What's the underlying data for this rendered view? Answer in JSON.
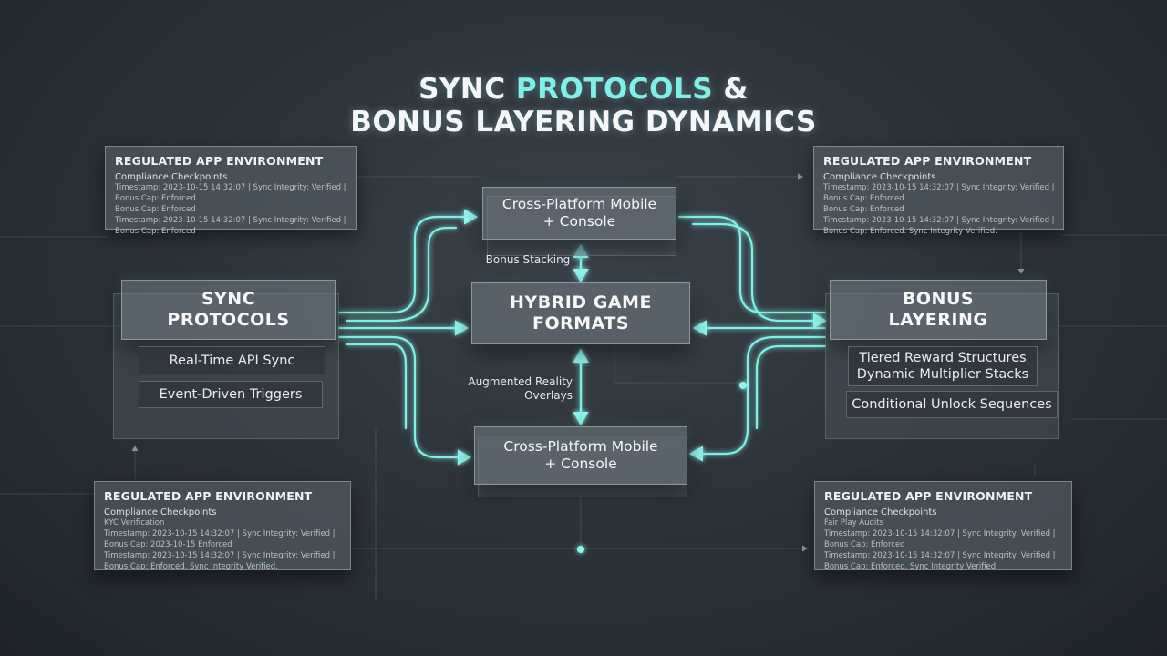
{
  "title": {
    "line1_a": "SYNC ",
    "line1_b": "PROTOCOLS",
    "line1_c": " &",
    "line2": "BONUS LAYERING DYNAMICS"
  },
  "colors": {
    "accent": "#7ff0e6",
    "panel": "#5f6870",
    "background": "#2a3036"
  },
  "panels": [
    {
      "heading": "REGULATED APP ENVIRONMENT",
      "sub": "Compliance Checkpoints",
      "lines": [
        "Timestamp: 2023-10-15 14:32:07 | Sync Integrity: Verified |",
        "Bonus Cap: Enforced",
        "Bonus Cap: Enforced",
        "Timestamp: 2023-10-15 14:32:07 | Sync Integrity: Verified |",
        "Bonus Cap: Enforced"
      ]
    },
    {
      "heading": "REGULATED APP ENVIRONMENT",
      "sub": "Compliance Checkpoints",
      "lines": [
        "Timestamp: 2023-10-15 14:32:07 | Sync Integrity: Verified |",
        "Bonus Cap: Enforced",
        "Bonus Cap: Enforced",
        "Timestamp: 2023-10-15 14:32:07 | Sync Integrity: Verified |",
        "Bonus Cap: Enforced. Sync Integrity Verified."
      ]
    },
    {
      "heading": "REGULATED APP ENVIRONMENT",
      "sub": "Compliance Checkpoints",
      "lines": [
        "KYC Verification",
        "Timestamp: 2023-10-15 14:32:07 | Sync Integrity: Verified |",
        "Bonus Cap: 2023-10-15 Enforced",
        "Timestamp: 2023-10-15 14:32:07 | Sync Integrity: Verified |",
        "Bonus Cap: Enforced. Sync Integrity Verified."
      ]
    },
    {
      "heading": "REGULATED APP ENVIRONMENT",
      "sub": "Compliance Checkpoints",
      "lines": [
        "Fair Play Audits",
        "Timestamp: 2023-10-15 14:32:07 | Sync Integrity: Verified |",
        "Bonus Cap: Enforced",
        "Timestamp: 2023-10-15 14:32:07 | Sync Integrity: Verified |",
        "Bonus Cap: Enforced. Sync Integrity Verified."
      ]
    }
  ],
  "nodes": {
    "top": [
      "Cross-Platform Mobile",
      "+ Console"
    ],
    "center": [
      "HYBRID GAME",
      "FORMATS"
    ],
    "bottom": [
      "Cross-Platform Mobile",
      "+ Console"
    ],
    "left": [
      "SYNC",
      "PROTOCOLS"
    ],
    "right": [
      "BONUS",
      "LAYERING"
    ]
  },
  "left_chips": [
    "Real-Time API Sync",
    "Event-Driven Triggers"
  ],
  "right_chips": {
    "tiered": [
      "Tiered Reward Structures",
      "Dynamic Multiplier Stacks"
    ],
    "conditional": "Conditional Unlock Sequences"
  },
  "labels": {
    "bonus_stacking": "Bonus Stacking",
    "ar_overlays": [
      "Augmented Reality",
      "Overlays"
    ]
  }
}
